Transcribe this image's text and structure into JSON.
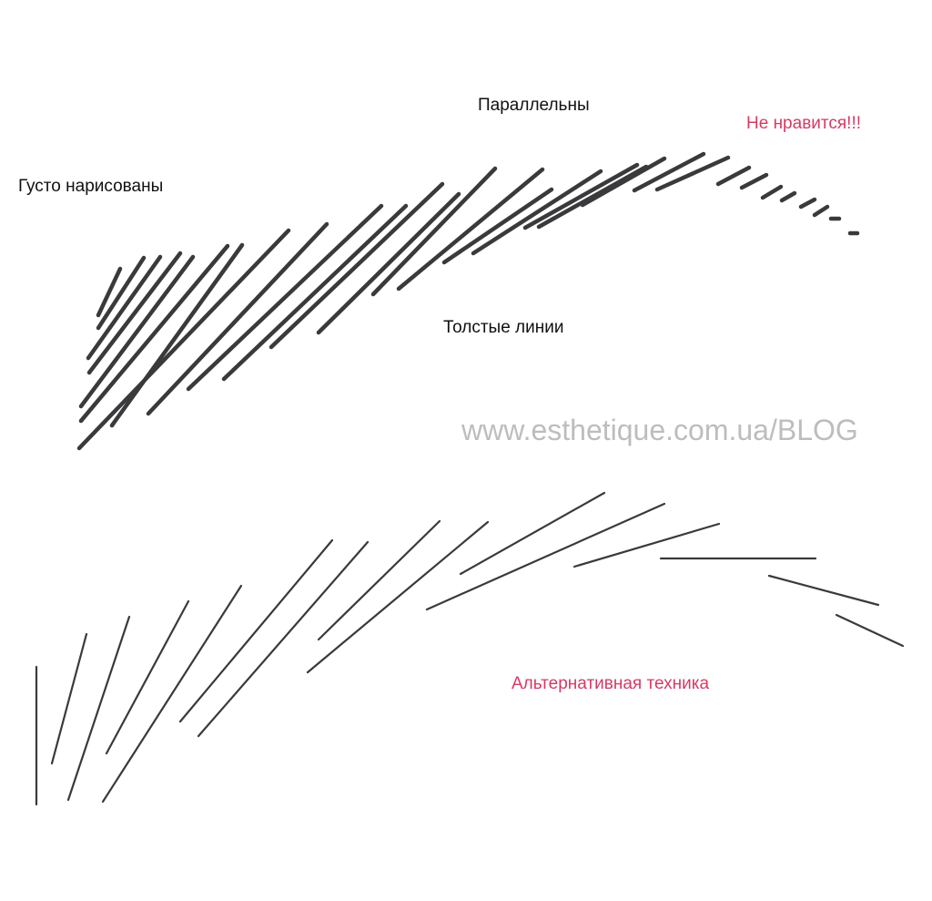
{
  "colors": {
    "stroke": "#3a3a3c",
    "text": "#111111",
    "accent": "#d63a63",
    "watermark": "#bdbdbd",
    "background": "#ffffff"
  },
  "labels": {
    "dense": "Густо нарисованы",
    "parallel": "Параллельны",
    "dislike": "Не нравится!!!",
    "thick": "Толстые линии",
    "alternative": "Альтернативная техника"
  },
  "watermark": "www.esthetique.com.ua/BLOG"
}
